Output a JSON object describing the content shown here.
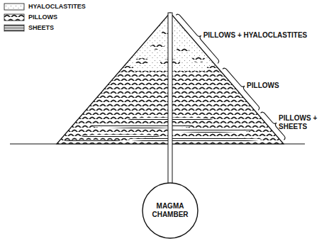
{
  "diagram": {
    "nodes": [
      {
        "text": [
          "MAGMA CHAMBER"
        ]
      }
    ],
    "labels": [
      "PILLOWS + HYALOCLASTITES",
      "PILLOWS",
      "PILLOWS + SHEETS"
    ],
    "legend": [
      {
        "text": "HYALOCLASTITES"
      },
      {
        "text": "PILLOWS"
      },
      {
        "text": "SHEETS"
      }
    ]
  }
}
